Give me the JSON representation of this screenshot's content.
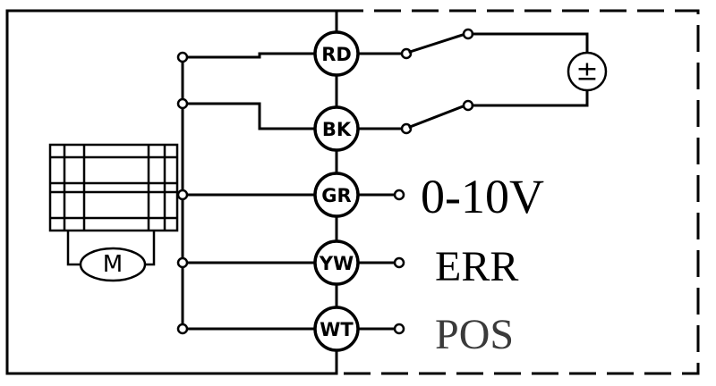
{
  "terminals": [
    {
      "id": "rd",
      "label": "RD"
    },
    {
      "id": "bk",
      "label": "BK"
    },
    {
      "id": "gr",
      "label": "GR"
    },
    {
      "id": "yw",
      "label": "YW"
    },
    {
      "id": "wt",
      "label": "WT"
    }
  ],
  "signals": {
    "gr": "0-10V",
    "yw": "ERR",
    "wt": "POS"
  },
  "motor": {
    "label": "M"
  },
  "supply": {
    "symbol": "±"
  }
}
